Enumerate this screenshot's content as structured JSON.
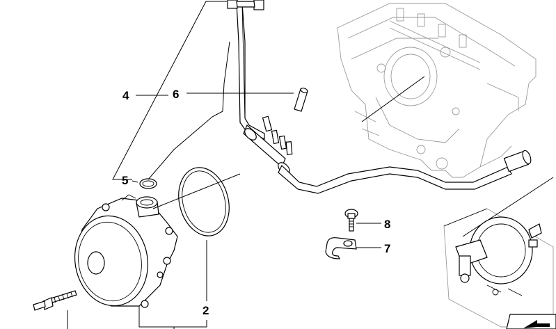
{
  "diagram": {
    "callouts": [
      {
        "id": "4",
        "label": "4"
      },
      {
        "id": "6",
        "label": "6"
      },
      {
        "id": "5",
        "label": "5"
      },
      {
        "id": "8",
        "label": "8"
      },
      {
        "id": "7",
        "label": "7"
      },
      {
        "id": "2",
        "label": "2"
      }
    ],
    "parts": [
      "vacuum-pump",
      "vacuum-hose",
      "gasket-ring",
      "o-ring",
      "plug-pin",
      "stud-bolt",
      "bolt",
      "hose-clamp",
      "engine-block",
      "brake-booster"
    ],
    "corner_icon": "arrow-icon"
  }
}
